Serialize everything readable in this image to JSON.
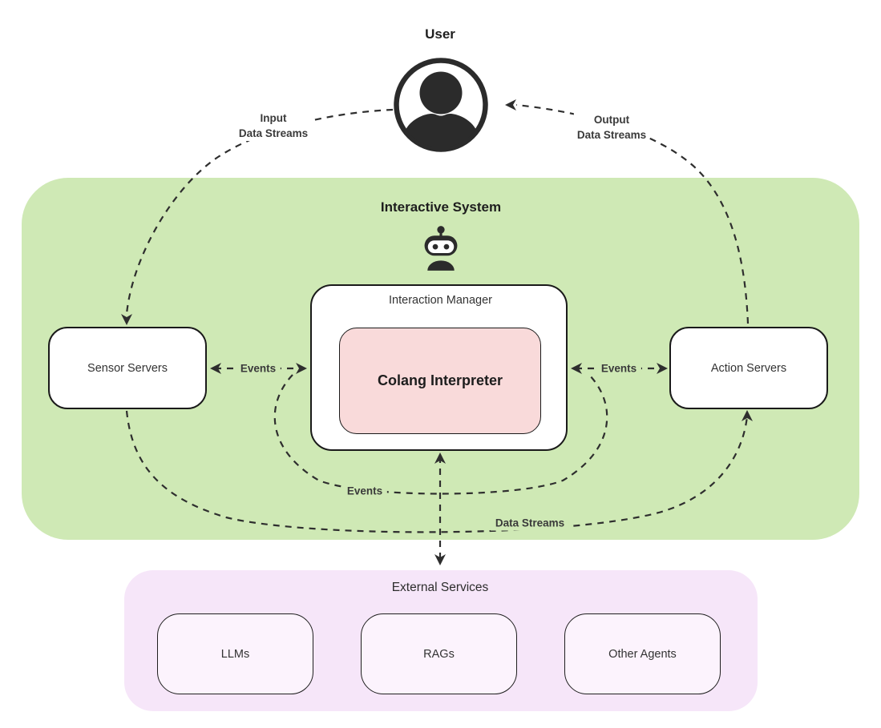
{
  "user": {
    "title": "User"
  },
  "labels": {
    "input_1": "Input",
    "input_2": "Data Streams",
    "output_1": "Output",
    "output_2": "Data Streams",
    "events_left": "Events",
    "events_right": "Events",
    "events_bottom": "Events",
    "data_streams_bottom": "Data Streams"
  },
  "interactive_system": {
    "title": "Interactive System",
    "sensor_servers": "Sensor Servers",
    "interaction_manager": "Interaction Manager",
    "colang_interpreter": "Colang Interpreter",
    "action_servers": "Action Servers"
  },
  "external_services": {
    "title": "External Services",
    "boxes": [
      {
        "label": "LLMs"
      },
      {
        "label": "RAGs"
      },
      {
        "label": "Other Agents"
      }
    ]
  },
  "colors": {
    "interactive_system_bg": "#cfe9b5",
    "colang_bg": "#f9dada",
    "external_services_bg": "#f6e6f9",
    "external_box_bg": "#fcf3fd",
    "stroke": "#2e2e2e"
  }
}
